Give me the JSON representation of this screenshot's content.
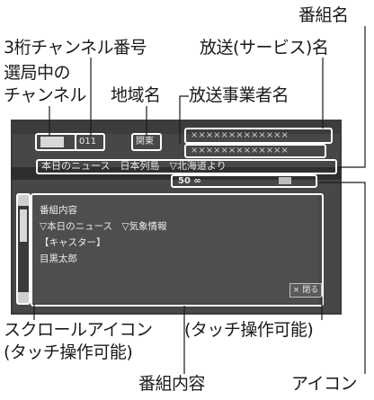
{
  "labels": {
    "program_name": "番組名",
    "three_digit_channel": "3桁チャンネル番号",
    "service_name": "放送(サービス)名",
    "tuned_channel_line1": "選局中の",
    "tuned_channel_line2": "チャンネル",
    "region_name": "地域名",
    "broadcaster_name": "放送事業者名",
    "scroll_icon": "スクロールアイコン",
    "touch_operable_left": "(タッチ操作可能)",
    "touch_operable_right": "(タッチ操作可能)",
    "program_content": "番組内容",
    "icon": "アイコン"
  },
  "screen": {
    "channel_number": "011",
    "region": "関東",
    "service_placeholder_1": "×××××××××××××",
    "service_placeholder_2": "×××××××××××××",
    "program_title": "本日のニュース　日本列島　▽北海道より",
    "time_text": "50 ∞",
    "content_lines": [
      "番組内容",
      "▽本日のニュース　▽気象情報",
      "【キャスター】",
      "目黒太郎"
    ],
    "close_label": "× 閉る"
  }
}
